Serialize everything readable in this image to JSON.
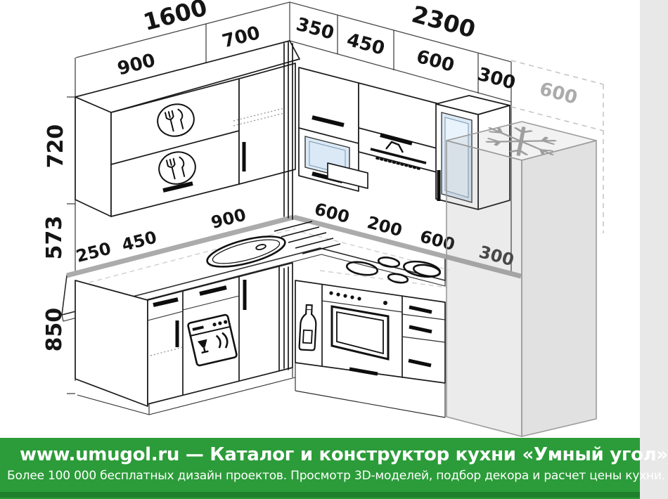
{
  "diagram": {
    "type": "kitchen-3d-dimension-drawing",
    "dims": {
      "left_wall_total": "1600",
      "left_wall_cabinets": [
        "900",
        "700"
      ],
      "right_wall_total": "2300",
      "right_wall_cabinets": [
        "350",
        "450",
        "600",
        "300"
      ],
      "fridge_depth": "600",
      "upper_cabinet_height": "720",
      "backsplash_height": "573",
      "base_cabinet_height": "850",
      "left_counter_sections": [
        "250",
        "450",
        "900"
      ],
      "right_counter_sections": [
        "600",
        "200",
        "600",
        "300"
      ]
    },
    "icons": [
      "plate-cutlery-icon",
      "dishwasher-icon",
      "bottle-icon",
      "hood-icon",
      "snowflake-icon",
      "sink",
      "hob-burners"
    ],
    "colors": {
      "line": "#1b1b1b",
      "glass": "#dbe9f6",
      "wall_strip": "#ababab",
      "fridge_tint": "#8a8a8a",
      "dim_text": "#151515",
      "dim_text_gray": "#ababab"
    }
  },
  "footer": {
    "line1": "www.umugol.ru — Каталог и конструктор кухни «Умный угол»",
    "line2": "Более 100 000 бесплатных дизайн проектов. Просмотр 3D-моделей, подбор декора и расчет цены кухни.",
    "bg_color": "#2b9c39",
    "stripe_color": "#1f7f2c"
  }
}
